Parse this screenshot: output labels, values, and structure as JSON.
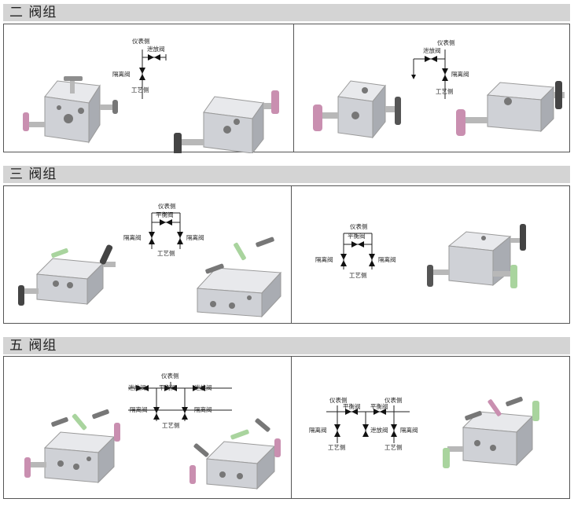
{
  "sections": [
    {
      "title": "二 阀组"
    },
    {
      "title": "三 阀组"
    },
    {
      "title": "五 阀组"
    }
  ],
  "labels": {
    "instrument_side": "仪表侧",
    "drain_valve": "泄放阀",
    "isolation_valve": "隔离阀",
    "process_side": "工艺侧",
    "balance_valve": "平衡阀"
  },
  "colors": {
    "header_bg": "#d4d4d4",
    "metal": "#c9cbd0",
    "handle_pink": "#c98fb0",
    "handle_green": "#a9d49e",
    "handle_dark": "#3c3c3c"
  }
}
